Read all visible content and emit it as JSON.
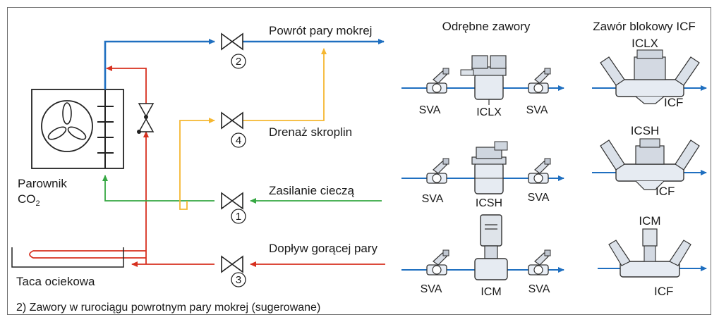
{
  "colors": {
    "suction": "#1f6fc0",
    "hot_gas": "#d7301f",
    "liquid": "#36a843",
    "drain": "#f5b731",
    "valve": "#222222"
  },
  "evaporator": {
    "label_line1": "Parownik",
    "label_line2": "CO",
    "label_sub": "2",
    "icon": "fan-icon"
  },
  "drip_tray_label": "Taca ociekowa",
  "lines": {
    "wet_vapour_return": "Powrót pary mokrej",
    "condensate_drain": "Drenaż skroplin",
    "liquid_supply": "Zasilanie cieczą",
    "hot_gas_supply": "Dopływ gorącej pary"
  },
  "valve_numbers": [
    "2",
    "4",
    "1",
    "3"
  ],
  "columns": {
    "separate": "Odrębne zawory",
    "block": "Zawór blokowy ICF"
  },
  "rows": [
    {
      "left_valve": "SVA",
      "main_valve": "ICLX",
      "right_valve": "SVA",
      "block_name": "ICLX",
      "block_base": "ICF"
    },
    {
      "left_valve": "SVA",
      "main_valve": "ICSH",
      "right_valve": "SVA",
      "block_name": "ICSH",
      "block_base": "ICF"
    },
    {
      "left_valve": "SVA",
      "main_valve": "ICM",
      "right_valve": "SVA",
      "block_name": "ICM",
      "block_base": "ICF"
    }
  ],
  "footnote": "2) Zawory w rurociągu powrotnym pary mokrej (sugerowane)"
}
